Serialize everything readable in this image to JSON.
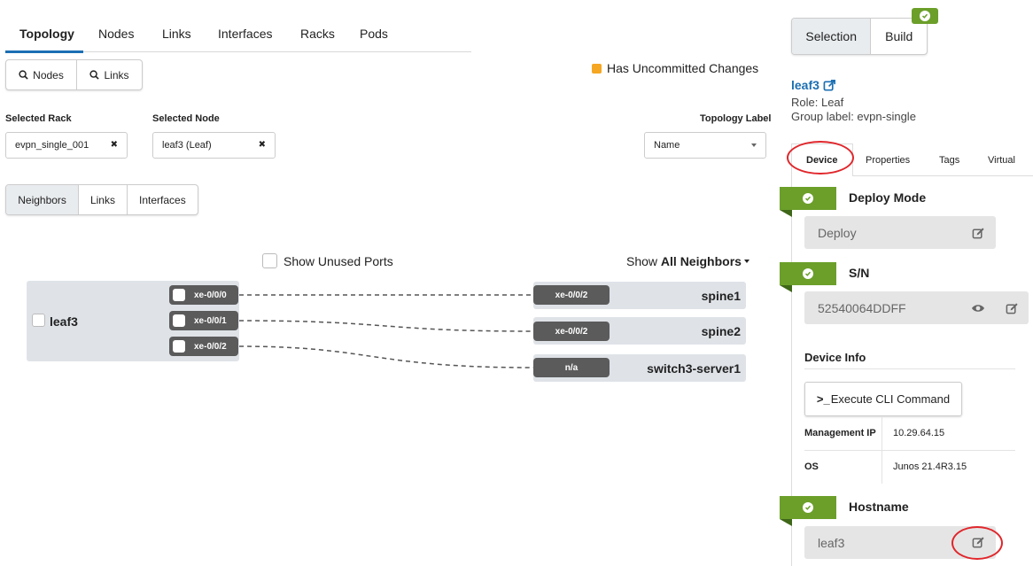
{
  "top_tabs": [
    "Topology",
    "Nodes",
    "Links",
    "Interfaces",
    "Racks",
    "Pods"
  ],
  "view_buttons": {
    "nodes": "Nodes",
    "links": "Links"
  },
  "uncommitted": "Has Uncommitted Changes",
  "selected_rack": {
    "label": "Selected Rack",
    "value": "evpn_single_001"
  },
  "selected_node": {
    "label": "Selected Node",
    "value": "leaf3 (Leaf)"
  },
  "topology_label": {
    "label": "Topology Label",
    "value": "Name"
  },
  "sub_tabs": [
    "Neighbors",
    "Links",
    "Interfaces"
  ],
  "show_unused_ports": "Show Unused Ports",
  "show_neighbors": {
    "prefix": "Show ",
    "value": "All Neighbors"
  },
  "diagram": {
    "left_node": "leaf3",
    "left_ports": [
      "xe-0/0/0",
      "xe-0/0/1",
      "xe-0/0/2"
    ],
    "right_nodes": [
      {
        "port": "xe-0/0/2",
        "name": "spine1"
      },
      {
        "port": "xe-0/0/2",
        "name": "spine2"
      },
      {
        "port": "n/a",
        "name": "switch3-server1"
      }
    ]
  },
  "right_panel": {
    "buttons": [
      "Selection",
      "Build"
    ],
    "node_name": "leaf3",
    "role": "Role: Leaf",
    "group_label": "Group label: evpn-single",
    "tabs": [
      "Device",
      "Properties",
      "Tags",
      "Virtual"
    ],
    "deploy_mode": {
      "title": "Deploy Mode",
      "value": "Deploy"
    },
    "sn": {
      "title": "S/N",
      "value": "52540064DDFF"
    },
    "device_info": {
      "title": "Device Info",
      "cli_button": "Execute CLI Command",
      "mgmt_ip_label": "Management IP",
      "mgmt_ip": "10.29.64.15",
      "os_label": "OS",
      "os": "Junos 21.4R3.15"
    },
    "hostname": {
      "title": "Hostname",
      "value": "leaf3"
    }
  },
  "colors": {
    "accent": "#1b6fb3",
    "status_green": "#6b9f2a",
    "uncommitted": "#f5a623",
    "highlight_circle": "#e0262b"
  }
}
